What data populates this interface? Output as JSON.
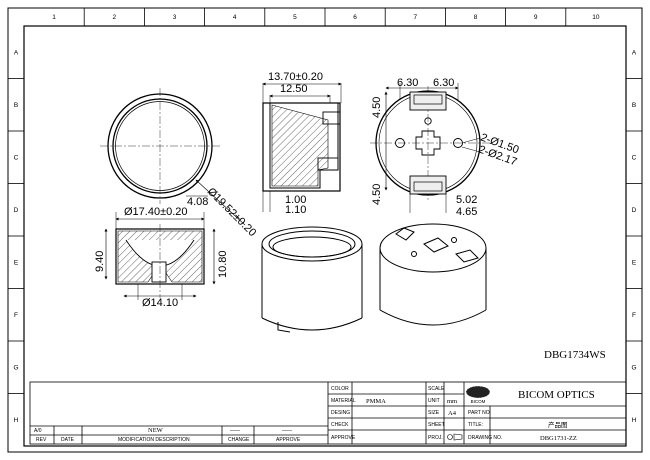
{
  "frame": {
    "columns": [
      "1",
      "2",
      "3",
      "4",
      "5",
      "6",
      "7",
      "8",
      "9",
      "10"
    ],
    "rows": [
      "A",
      "B",
      "C",
      "D",
      "E",
      "F",
      "G",
      "H"
    ]
  },
  "dimensions": {
    "side_outer_width": "13.70±0.20",
    "side_inner_width": "12.50",
    "side_step_a": "1.00",
    "side_step_b": "1.10",
    "top_diameter": "Ø19.52±0.20",
    "top_offset": "4.08",
    "section_top_diameter": "Ø17.40±0.20",
    "section_bottom_diameter": "Ø14.10",
    "section_left_height": "9.40",
    "section_right_height": "10.80",
    "back_left_width": "6.30",
    "back_right_width": "6.30",
    "back_upper_height": "4.50",
    "back_lower_height": "4.50",
    "back_hole_small": "2-Ø1.50",
    "back_hole_large": "2-Ø2.17",
    "back_slot_a": "5.02",
    "back_slot_b": "4.65"
  },
  "part_code": "DBG1734WS",
  "title_block": {
    "labels": {
      "color": "COLOR",
      "material": "MATERIAL",
      "design": "DESING",
      "check": "CHECK",
      "approve": "APPROVE",
      "scale": "SCALE",
      "unit": "UNIT",
      "size": "SIZE",
      "sheet": "SHEET",
      "proj": "PROJ.",
      "part_no": "PART NO.",
      "title": "TITLE:",
      "drawing_no": "DRAWING NO."
    },
    "values": {
      "material": "PMMA",
      "unit": "mm",
      "size": "A4",
      "title": "产品图",
      "drawing_no": "DBG1731-ZZ"
    },
    "company": "BICOM OPTICS",
    "logo_text": "BICOM",
    "revision_rows": [
      {
        "rev": "A/0",
        "description": "NEW",
        "change": "——",
        "approve": "——"
      }
    ],
    "revision_headers": {
      "rev": "REV",
      "date": "DATE",
      "description": "MODIFICATION DESCRIPTION",
      "change": "CHANGE",
      "approve": "APPROVE"
    }
  }
}
